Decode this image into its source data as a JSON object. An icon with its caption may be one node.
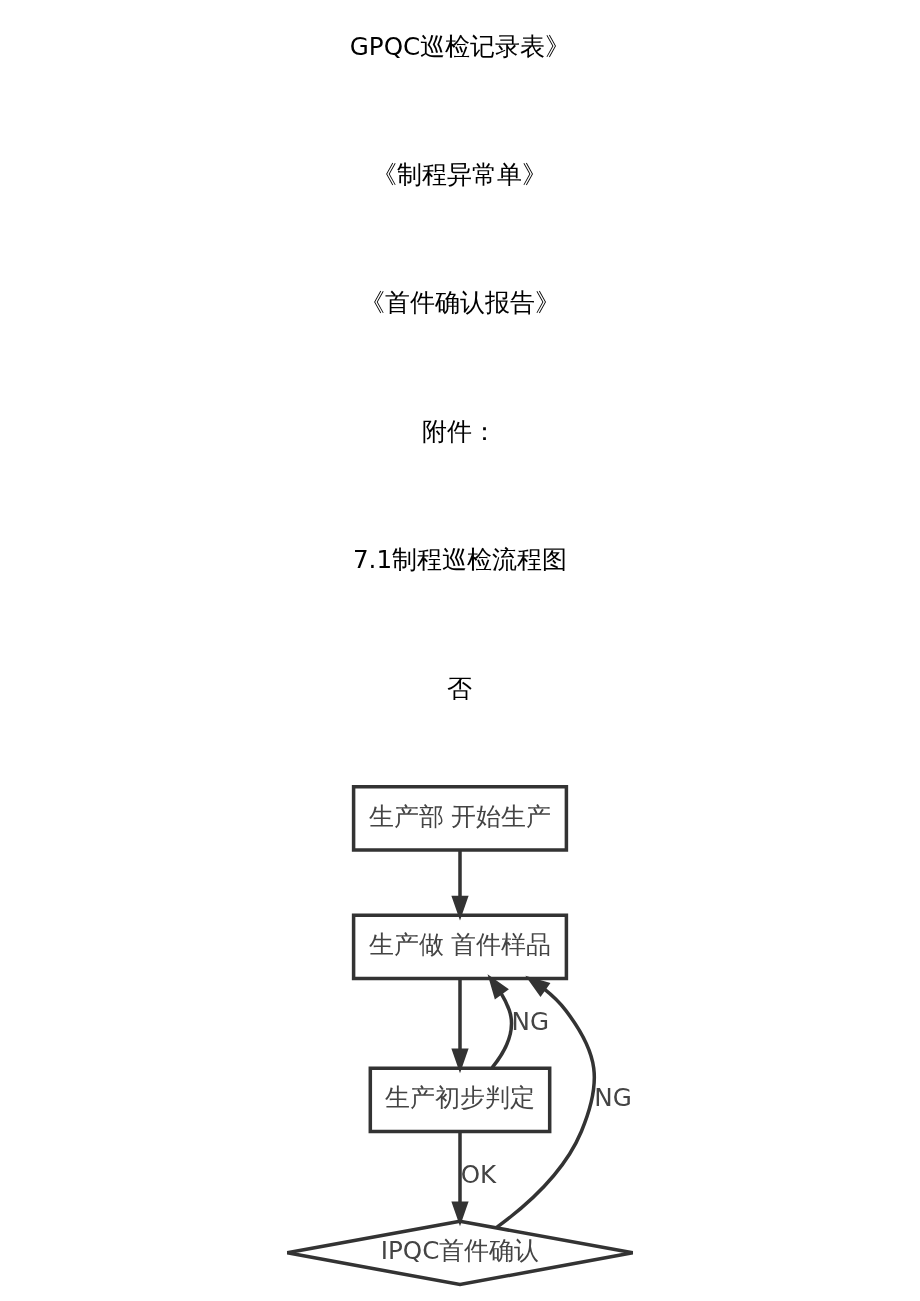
{
  "diagram": {
    "nodes": [
      {
        "text": [
          "生产部 开始生产"
        ]
      },
      {
        "text": [
          "生产做 首件样品"
        ]
      },
      {
        "text": [
          "生产初步判定"
        ]
      },
      {
        "text": [
          "IPQC首件确认"
        ]
      }
    ],
    "edges": [
      {
        "from": 0,
        "to": 1,
        "arrow": "to"
      },
      {
        "from": 1,
        "to": 2,
        "arrow": "to"
      },
      {
        "from": 2,
        "to": 3,
        "arrow": "to",
        "label": "OK"
      },
      {
        "from": 2,
        "to": 1,
        "arrow": "to",
        "label": "NG"
      },
      {
        "from": 3,
        "to": 1,
        "arrow": "to",
        "label": "NG"
      }
    ],
    "labels": [
      "GPQC巡检记录表》",
      "《制程异常单》",
      "《首件确认报告》",
      "附件：",
      "7.1制程巡检流程图",
      "否"
    ]
  }
}
